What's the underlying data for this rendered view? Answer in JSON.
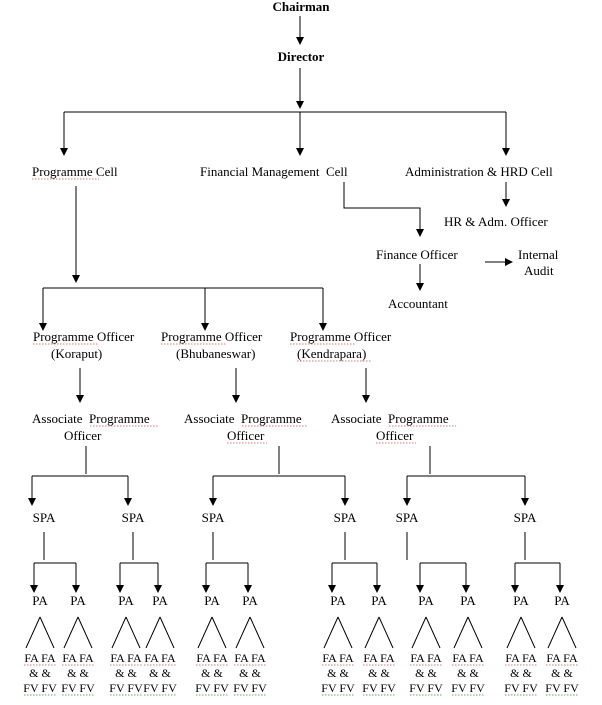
{
  "chart": {
    "top": [
      "Chairman",
      "Director"
    ],
    "cells": [
      "Programme Cell",
      "Financial Management  Cell",
      "Administration & HRD Cell"
    ],
    "hr_officer": "HR & Adm. Officer",
    "finance_officer": "Finance Officer",
    "internal_audit": [
      "Internal",
      "Audit"
    ],
    "accountant": "Accountant",
    "programme_officers": [
      [
        "Programme Officer",
        "(Koraput)"
      ],
      [
        "Programme Officer",
        "(Bhubaneswar)"
      ],
      [
        "Programme Officer",
        "(Kendrapara)"
      ]
    ],
    "associate_programme_officer": [
      "Associate  Programme",
      "Officer"
    ],
    "spa": "SPA",
    "pa": "PA",
    "fa_fv": [
      "FA FA",
      "&   &",
      "FV  FV"
    ]
  }
}
